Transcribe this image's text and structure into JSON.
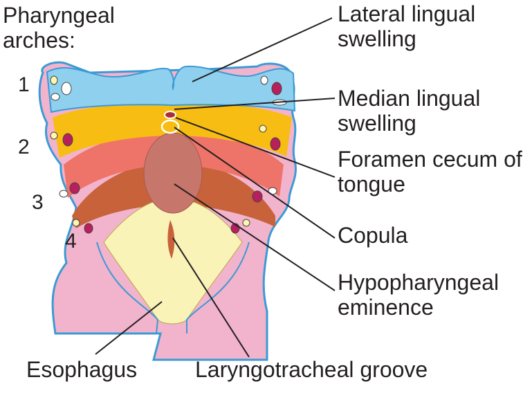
{
  "labels": {
    "arches_title": "Pharyngeal arches:",
    "lateral_lingual": "Lateral lingual swelling",
    "median_lingual": "Median lingual swelling",
    "foramen_cecum": "Foramen cecum of tongue",
    "copula": "Copula",
    "hypopharyngeal": "Hypopharyngeal eminence",
    "esophagus": "Esophagus",
    "laryngotracheal": "Laryngotracheal groove"
  },
  "arch_numbers": [
    "1",
    "2",
    "3",
    "4"
  ],
  "colors": {
    "arch1": "#8fd0ee",
    "arch2": "#f7bd12",
    "arch3": "#ee7469",
    "arch4": "#c8623a",
    "mucosa": "#f2b3cc",
    "outline": "#3b9ad4",
    "floor": "#f9f3b8",
    "eminence": "#c7766b"
  }
}
